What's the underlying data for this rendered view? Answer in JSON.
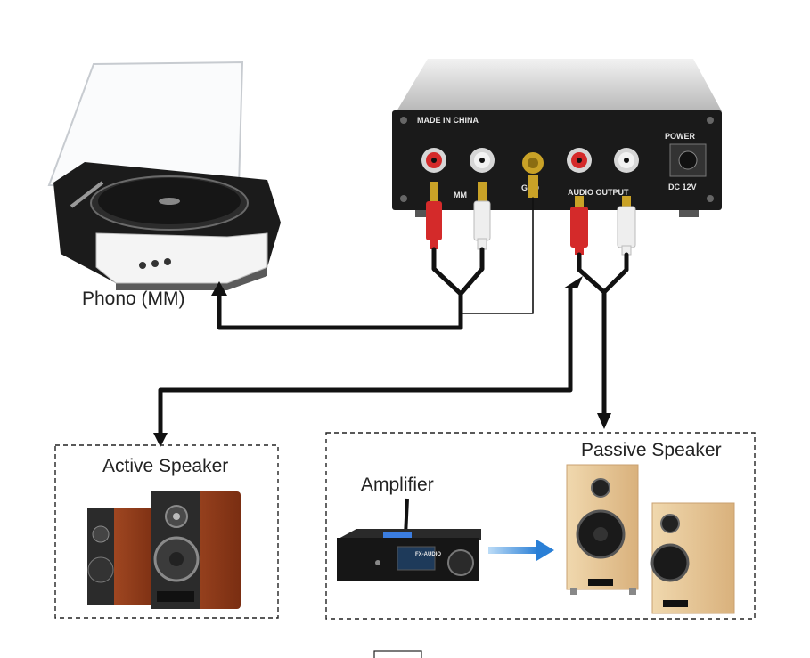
{
  "labels": {
    "phono": "Phono (MM)",
    "active_speaker": "Active Speaker",
    "amplifier": "Amplifier",
    "passive_speaker": "Passive Speaker"
  },
  "preamp_panel": {
    "made_in": "MADE IN CHINA",
    "power": "POWER",
    "mm": "MM",
    "gnd": "GND",
    "audio_output": "AUDIO OUTPUT",
    "dc": "DC 12V"
  },
  "amplifier_panel": {
    "brand": "FX-AUDIO"
  },
  "colors": {
    "wire": "#111111",
    "red_plug": "#d42a2a",
    "white_plug": "#eeeeee",
    "gold_plug": "#c9a227",
    "wood": "#e8c89a",
    "cherry": "#9a3f1e",
    "arrow_blue": "#3a8fe0"
  }
}
